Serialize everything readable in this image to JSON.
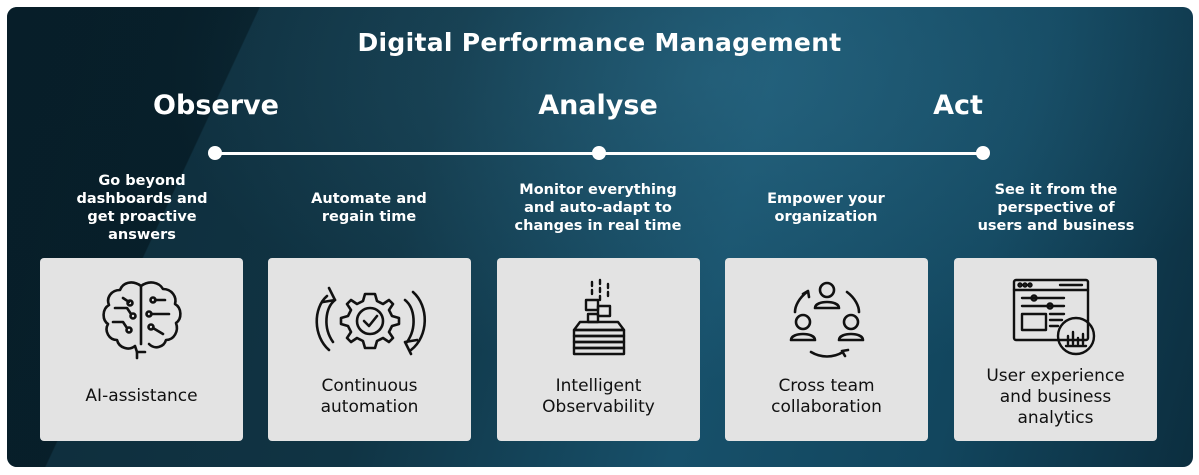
{
  "title": "Digital Performance Management",
  "phases": [
    "Observe",
    "Analyse",
    "Act"
  ],
  "items": [
    {
      "description": "Go beyond dashboards and get proactive answers",
      "desc_lines": [
        "Go beyond",
        "dashboards and",
        "get proactive",
        "answers"
      ],
      "label_lines": [
        "AI-assistance"
      ],
      "icon": "brain-circuit-icon"
    },
    {
      "description": "Automate and regain time",
      "desc_lines": [
        "Automate and",
        "regain time"
      ],
      "label_lines": [
        "Continuous",
        "automation"
      ],
      "icon": "gear-cycle-icon"
    },
    {
      "description": "Monitor everything and auto-adapt to changes in real time",
      "desc_lines": [
        "Monitor everything",
        "and auto-adapt to",
        "changes in real time"
      ],
      "label_lines": [
        "Intelligent",
        "Observability"
      ],
      "icon": "data-layers-icon"
    },
    {
      "description": "Empower your organization",
      "desc_lines": [
        "Empower your",
        "organization"
      ],
      "label_lines": [
        "Cross team",
        "collaboration"
      ],
      "icon": "team-cycle-icon"
    },
    {
      "description": "See it from the perspective of users and business",
      "desc_lines": [
        "See it from the",
        "perspective of",
        "users and business"
      ],
      "label_lines": [
        "User experience",
        "and business",
        "analytics"
      ],
      "icon": "analytics-dashboard-icon"
    }
  ],
  "colors": {
    "background": "#12465e",
    "card": "#e3e3e3",
    "text_light": "#ffffff",
    "text_dark": "#111111"
  }
}
